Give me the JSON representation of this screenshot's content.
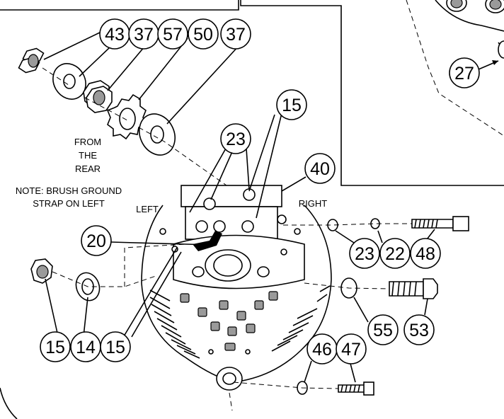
{
  "labels": {
    "from_the_rear": [
      "FROM",
      "THE",
      "REAR"
    ],
    "note": [
      "NOTE: BRUSH GROUND",
      "STRAP ON LEFT"
    ],
    "left": "LEFT",
    "right": "RIGHT"
  },
  "callouts": [
    "43",
    "37",
    "57",
    "50",
    "37",
    "27",
    "15",
    "23",
    "40",
    "20",
    "23",
    "22",
    "48",
    "15",
    "14",
    "15",
    "55",
    "53",
    "46",
    "47"
  ],
  "colors": {
    "line": "#000000",
    "fill": "#9a9a9a",
    "background": "#ffffff"
  }
}
